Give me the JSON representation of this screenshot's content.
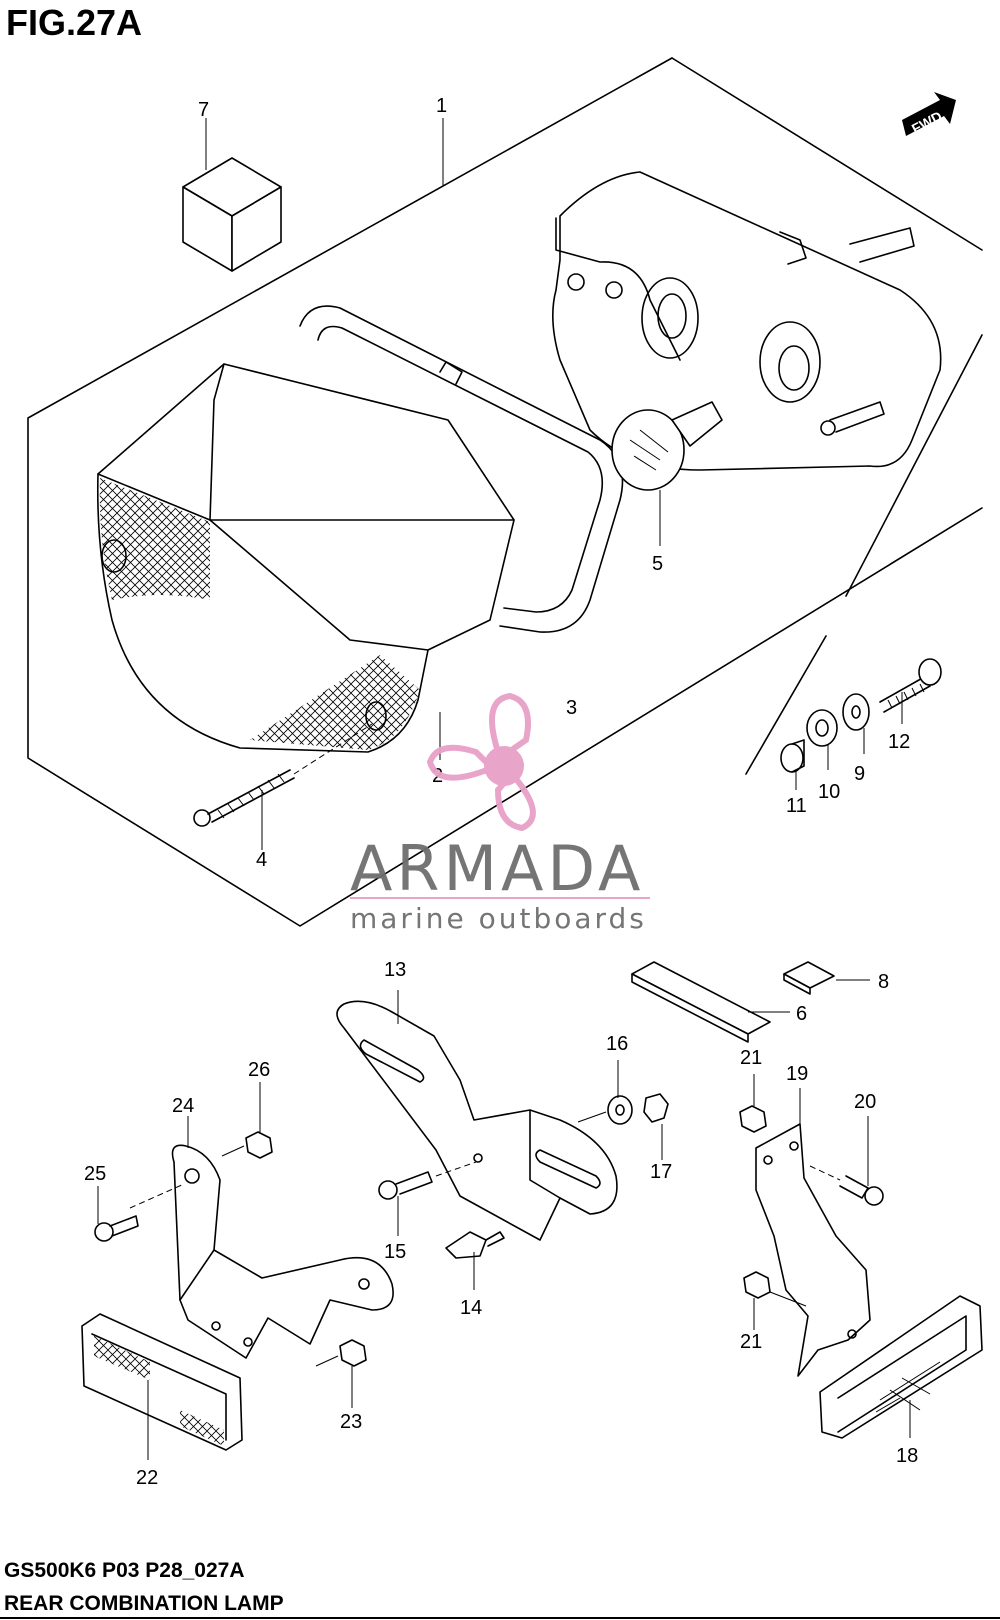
{
  "figure": {
    "title": "FIG.27A",
    "code": "GS500K6 P03 P28_027A",
    "name": "REAR COMBINATION LAMP"
  },
  "direction_tag": "FWD",
  "watermark": {
    "brand": "ARMADA",
    "tagline": "marine outboards",
    "colors": {
      "text": "#6e6e6e",
      "accent": "#e8a0c8"
    }
  },
  "callouts": [
    "1",
    "2",
    "3",
    "4",
    "5",
    "6",
    "7",
    "8",
    "9",
    "10",
    "11",
    "12",
    "13",
    "14",
    "15",
    "16",
    "17",
    "18",
    "19",
    "20",
    "21",
    "21",
    "22",
    "23",
    "24",
    "25",
    "26"
  ]
}
